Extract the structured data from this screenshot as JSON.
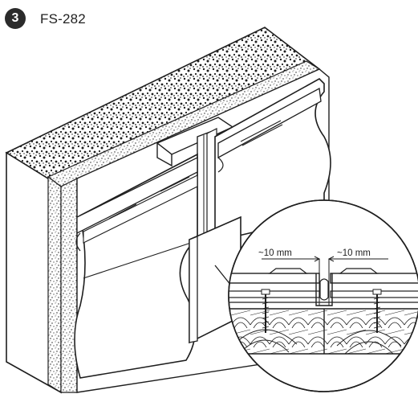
{
  "header": {
    "step_number": "3",
    "product_code": "FS-282"
  },
  "detail": {
    "dimension_left": "~10 mm",
    "dimension_right": "~10 mm"
  },
  "colors": {
    "ink": "#1e1e1e",
    "badge": "#2b2b2b",
    "paper": "#ffffff"
  },
  "icons": {
    "step_badge": "numbered-circle"
  }
}
